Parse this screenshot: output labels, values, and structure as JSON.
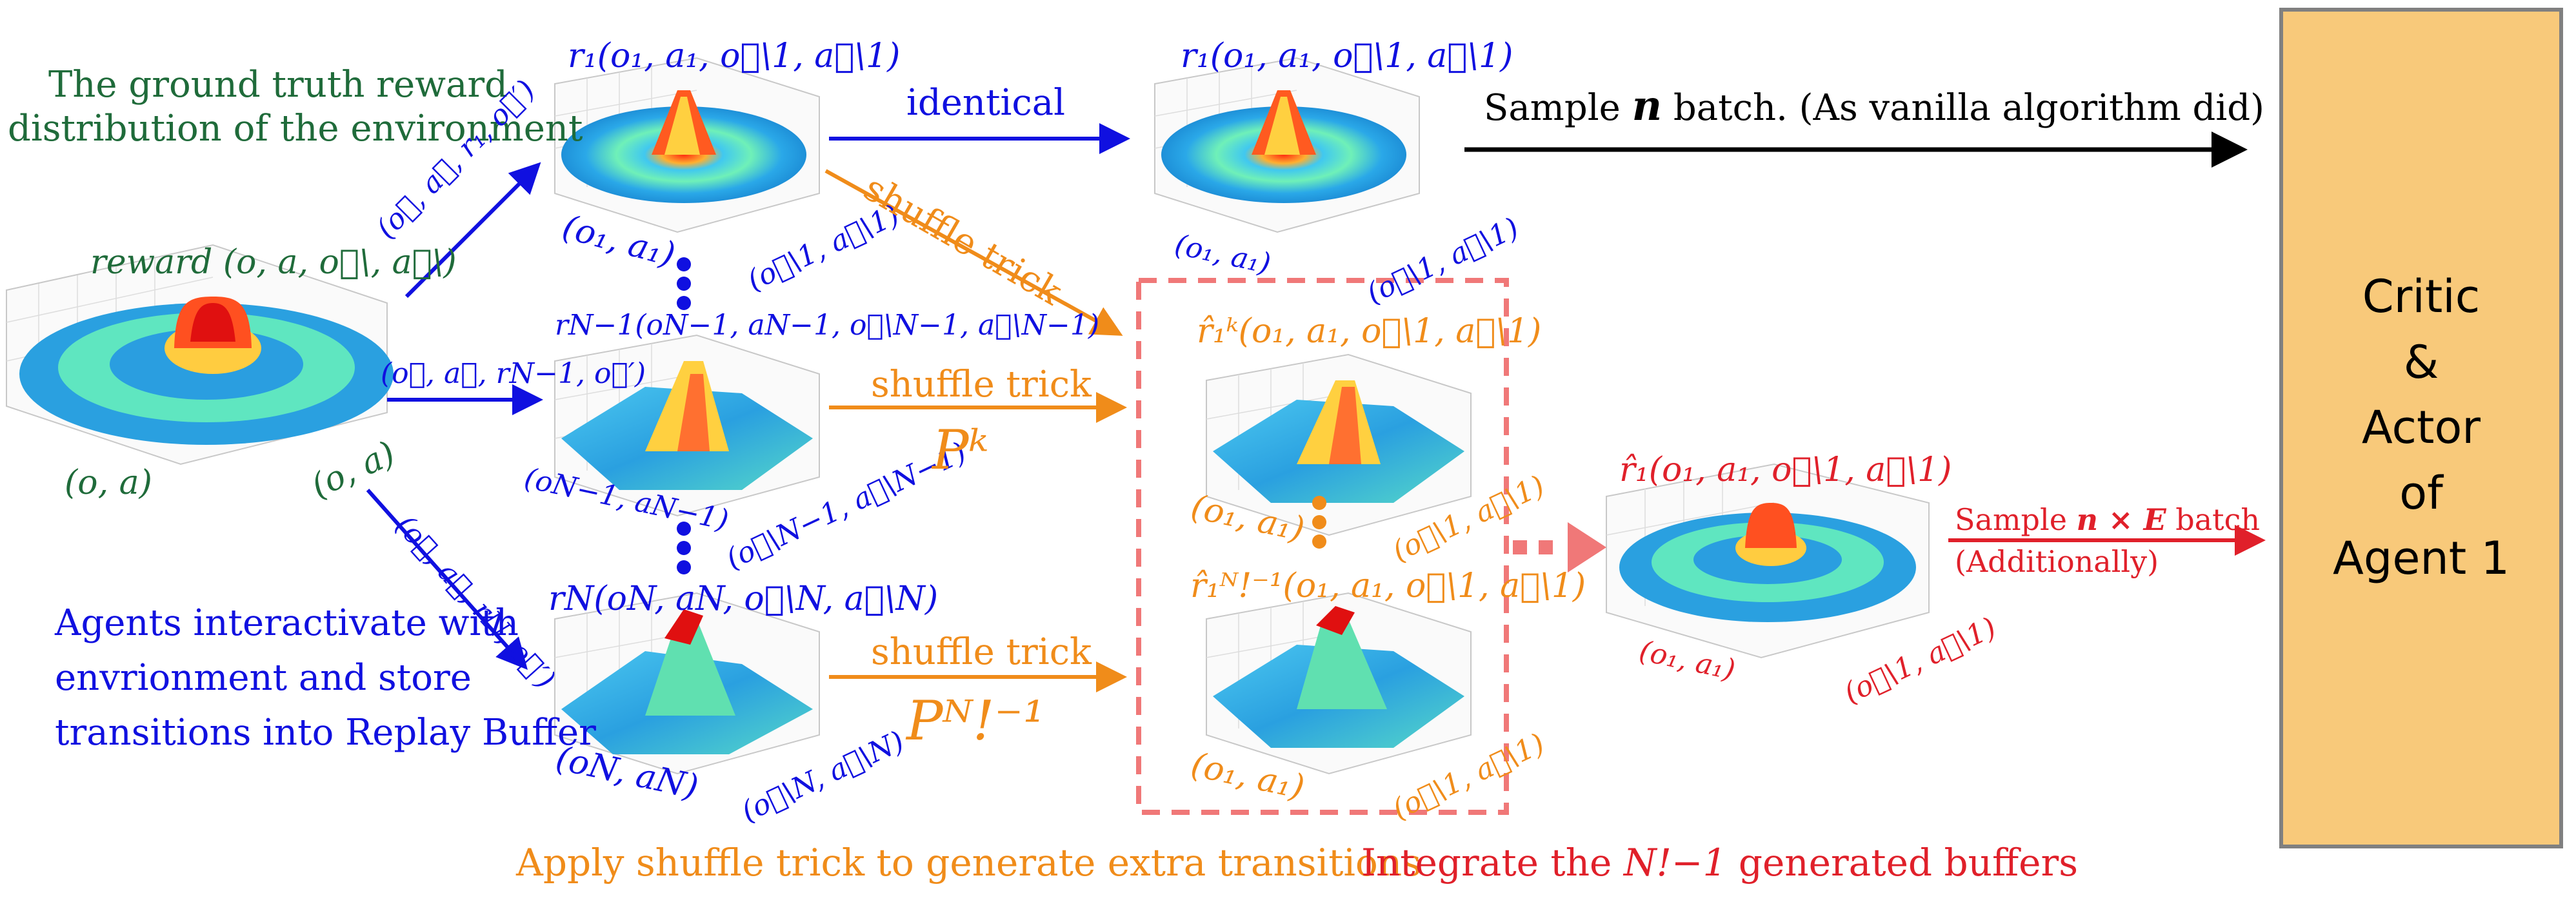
{
  "texts": {
    "ground_truth_line1": "The ground truth reward",
    "ground_truth_line2": "distribution of the environment",
    "reward_label": "reward",
    "reward_args": "(o, a, o⃗\\, a⃗\\)",
    "oa_left": "(o, a)",
    "oa_right": "(o, a)",
    "edge_top": "(o⃗, a⃗, r₁, o⃗′)",
    "edge_mid": "(o⃗, a⃗, rN−1, o⃗′)",
    "edge_bottom": "(o⃗, a⃗, rN, o⃗′)",
    "agents_line1": "Agents interactivate with",
    "agents_line2": "envrionment  and store",
    "agents_line3": "transitions into Replay Buffer",
    "r1_top": "r₁(o₁, a₁, o⃗\\1, a⃗\\1)",
    "r1_axis_a": "(o₁, a₁)",
    "r1_axis_b": "(o⃗\\1, a⃗\\1)",
    "rN1": "rN−1(oN−1, aN−1, o⃗\\N−1, a⃗\\N−1)",
    "rN1_axis_a": "(oN−1, aN−1)",
    "rN1_axis_b": "(o⃗\\N−1, a⃗\\N−1)",
    "rN": "rN(oN, aN, o⃗\\N, a⃗\\N)",
    "rN_axis_a": "(oN, aN)",
    "rN_axis_b": "(o⃗\\N, a⃗\\N)",
    "identical": "identical",
    "r1_copy": "r₁(o₁, a₁, o⃗\\1, a⃗\\1)",
    "r1_copy_axis_a": "(o₁, a₁)",
    "r1_copy_axis_b": "(o⃗\\1, a⃗\\1)",
    "sample_n_prefix": "Sample",
    "sample_n_var": "n",
    "sample_n_suffix": "batch. (As vanilla algorithm did)",
    "shuffle_diag": "shuffle trick",
    "shuffle_mid": "shuffle trick",
    "pk": "Pᵏ",
    "shuffle_bot": "shuffle trick",
    "pn": "Pᴺ!⁻¹",
    "rhat_k": "r̂₁ᵏ(o₁, a₁, o⃗\\1, a⃗\\1)",
    "rhat_k_axis_a": "(o₁, a₁)",
    "rhat_k_axis_b": "(o⃗\\1, a⃗\\1)",
    "rhat_n": "r̂₁ᴺ!⁻¹(o₁, a₁, o⃗\\1, a⃗\\1)",
    "rhat_n_axis_a": "(o₁, a₁)",
    "rhat_n_axis_b": "(o⃗\\1, a⃗\\1)",
    "rhat_int": "r̂₁(o₁, a₁, o⃗\\1, a⃗\\1)",
    "rhat_int_axis_a": "(o₁, a₁)",
    "rhat_int_axis_b": "(o⃗\\1, a⃗\\1)",
    "sample_ne_prefix": "Sample",
    "sample_ne_var": "n × E",
    "sample_ne_suffix": "batch",
    "additionally": "(Additionally)",
    "caption_orange": "Apply shuffle trick to generate extra transitions",
    "caption_red_prefix": "Integrate the",
    "caption_red_var": "N!−1",
    "caption_red_suffix": "generated buffers",
    "critic_lines": [
      "Critic",
      "&",
      "Actor",
      "of",
      "Agent 1"
    ]
  },
  "colors": {
    "green": "#1f6b3a",
    "blue": "#1010e0",
    "orange": "#f08c1a",
    "red": "#e0202a",
    "critic_fill": "#f8c97a",
    "dash_box": "#f07878"
  }
}
